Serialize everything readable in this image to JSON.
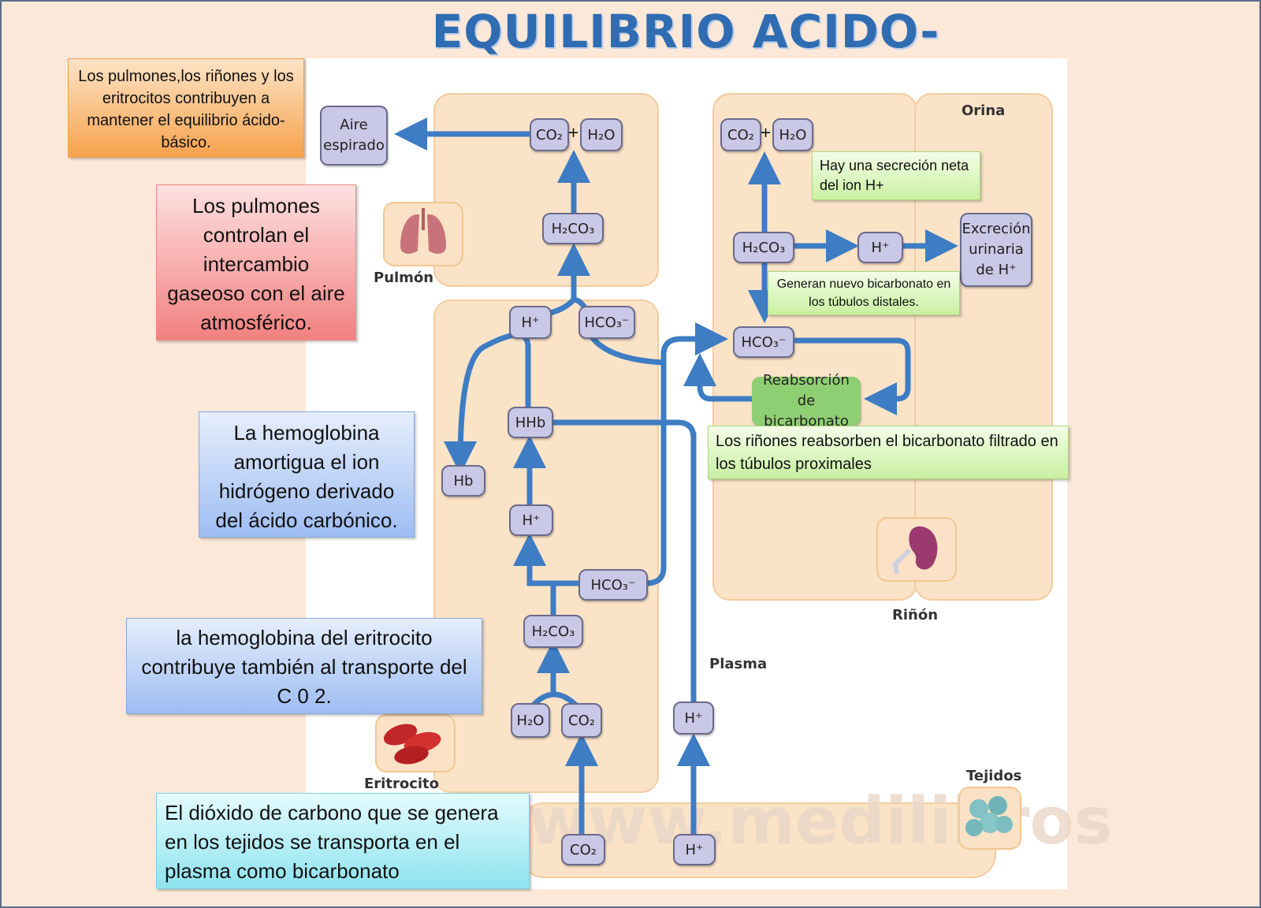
{
  "title": "EQUILIBRIO ACIDO-BASE",
  "notes": {
    "intro": "Los pulmones,los riñones y los eritrocitos contribuyen a mantener el equilibrio ácido-básico.",
    "lungs": "Los pulmones controlan el intercambio gaseoso con el aire atmosférico.",
    "hemoglobin": "La hemoglobina amortigua el ion hidrógeno derivado del ácido carbónico.",
    "transport": "la hemoglobina del eritrocito contribuye también al transporte del C 0 2.",
    "tissues": "El dióxido de carbono que se genera en los tejidos se transporta en el plasma como bicarbonato",
    "secretion": "Hay una secreción neta del ion H+",
    "new_bicarb": "Generan nuevo bicarbonato en los túbulos distales.",
    "reabsorb": "Los riñones reabsorben el bicarbonato filtrado en los túbulos proximales"
  },
  "labels": {
    "pulmon": "Pulmón",
    "orina": "Orina",
    "rinon": "Riñón",
    "plasma": "Plasma",
    "eritrocito": "Eritrocito",
    "tejidos": "Tejidos",
    "watermark": "www.medilibros"
  },
  "chips": {
    "aire_line1": "Aire",
    "aire_line2": "espirado",
    "co2": "CO₂",
    "h2o": "H₂O",
    "h2co3": "H₂CO₃",
    "h": "H⁺",
    "hco3": "HCO₃⁻",
    "hhb": "HHb",
    "hb": "Hb",
    "plus": "+",
    "reabs_line1": "Reabsorción",
    "reabs_line2": "de bicarbonato",
    "excr_line1": "Excreción",
    "excr_line2": "urinaria",
    "excr_line3": "de H⁺"
  },
  "colors": {
    "arrow": "#3e7cc3",
    "chip": "#c9c8e6",
    "zone": "#fbe3c8",
    "reabsorcion": "#8fcf73"
  }
}
